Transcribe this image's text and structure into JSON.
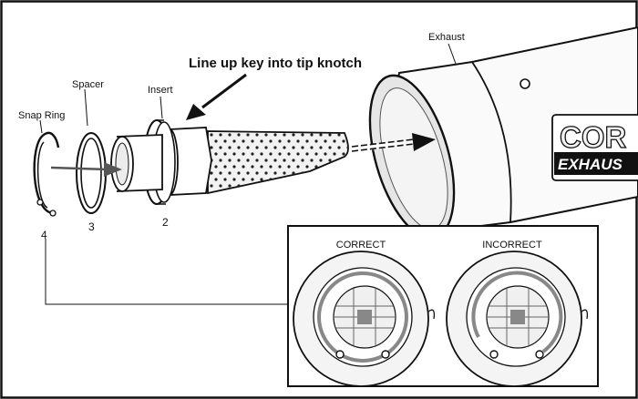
{
  "callout": "Line up key into tip knotch",
  "labels": {
    "exhaust": "Exhaust",
    "insert": "Insert",
    "spacer": "Spacer",
    "snap_ring": "Snap Ring"
  },
  "numbers": {
    "insert": "2",
    "spacer": "3",
    "snap_ring": "4"
  },
  "inset": {
    "correct": "CORRECT",
    "incorrect": "INCORRECT"
  },
  "brand": {
    "line1": "COR",
    "line2": "EXHAUS"
  },
  "colors": {
    "line": "#111111",
    "tip_fill": "#f2f2f2",
    "ring_gray": "#888888"
  }
}
